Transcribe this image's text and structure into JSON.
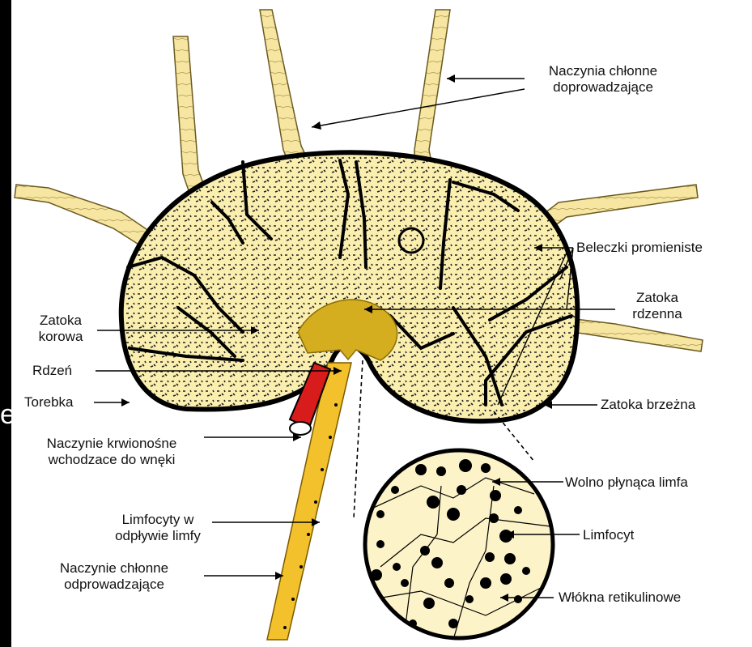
{
  "diagram": {
    "labels": {
      "afferent": [
        "Naczynia chłonne",
        "doprowadzające"
      ],
      "trabeculae": "Beleczki promieniste",
      "medullary_sinus": [
        "Zatoka",
        "rdzenna"
      ],
      "cortical_sinus": [
        "Zatoka",
        "korowa"
      ],
      "medulla": "Rdzeń",
      "capsule": "Torebka",
      "subcapsular_sinus": "Zatoka brzeżna",
      "blood_vessel": [
        "Naczynie krwionośne",
        "wchodzace do wnęki"
      ],
      "lymphocytes_outflow": [
        "Limfocyty w",
        "odpływie limfy"
      ],
      "efferent": [
        "Naczynie chłonne",
        "odprowadzające"
      ],
      "slow_lymph": "Wolno płynąca limfa",
      "lymphocyte": "Limfocyt",
      "reticular_fibers": "Włókna retikulinowe"
    },
    "stray_glyph": "e",
    "colors": {
      "node_fill": "#fbefb0",
      "outline": "#000000",
      "vessel_fill": "#f6e6a2",
      "medulla_fill": "#d4ae1f",
      "efferent_fill": "#f3c12c",
      "blood": "#d81b1b",
      "zoom_fill": "#fdf3c8",
      "background": "#000000",
      "panel": "#ffffff"
    }
  }
}
